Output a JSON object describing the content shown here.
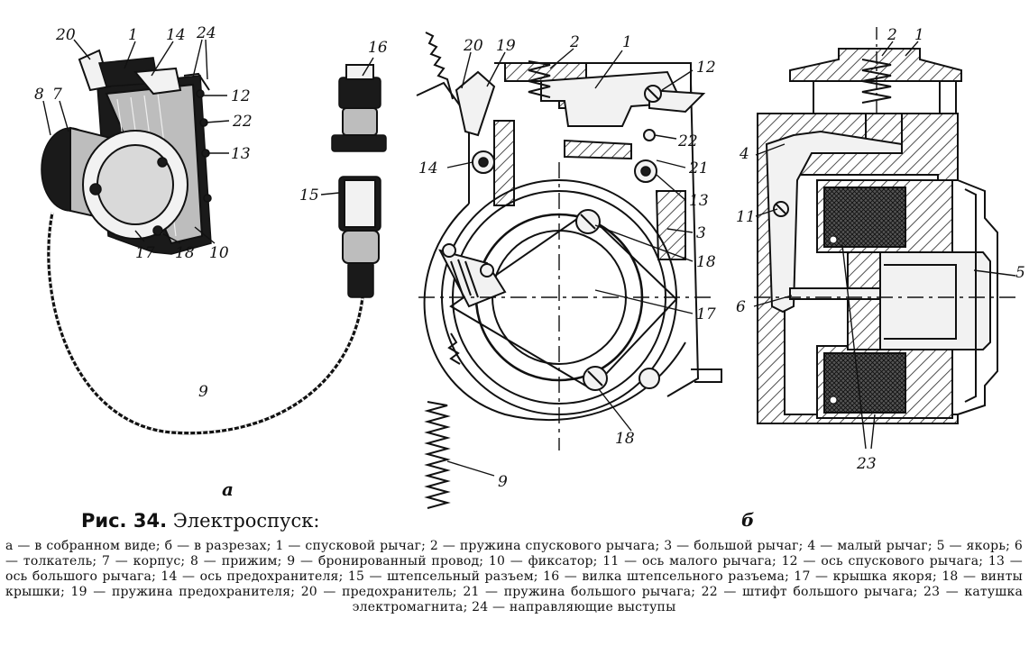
{
  "figure": {
    "view_labels": {
      "a": "а",
      "b": "б"
    },
    "view_a_numbers": [
      "20",
      "1",
      "14",
      "24",
      "8",
      "7",
      "12",
      "22",
      "13",
      "17",
      "18",
      "10",
      "9",
      "16",
      "15"
    ],
    "view_b_numbers": [
      "20",
      "19",
      "2",
      "1",
      "12",
      "22",
      "14",
      "21",
      "13",
      "3",
      "18",
      "17",
      "18",
      "9"
    ],
    "view_c_numbers": [
      "2",
      "1",
      "4",
      "11",
      "5",
      "6",
      "23"
    ]
  },
  "caption": {
    "prefix": "Рис. 34.",
    "title": "Электроспуск:",
    "legend": "а — в собранном виде; б — в разрезах; 1 — спусковой рычаг; 2 — пружина спускового рычага; 3 — большой рычаг; 4 — малый рычаг; 5 — якорь; 6 — толкатель; 7 — корпус; 8 — прижим; 9 — бронированный провод; 10 — фиксатор; 11 — ось малого рычага; 12 — ось спускового рычага; 13 — ось большого рычага; 14 — ось предохранителя; 15 — штепсельный разъем; 16 — вилка штепсельного разъема; 17 — крышка якоря; 18 — винты крышки; 19 — пружина предохранителя; 20 — предохранитель; 21 — пружина большого рычага; 22 — штифт большого рычага; 23 — катушка электромагнита; 24 — направляющие выступы"
  }
}
